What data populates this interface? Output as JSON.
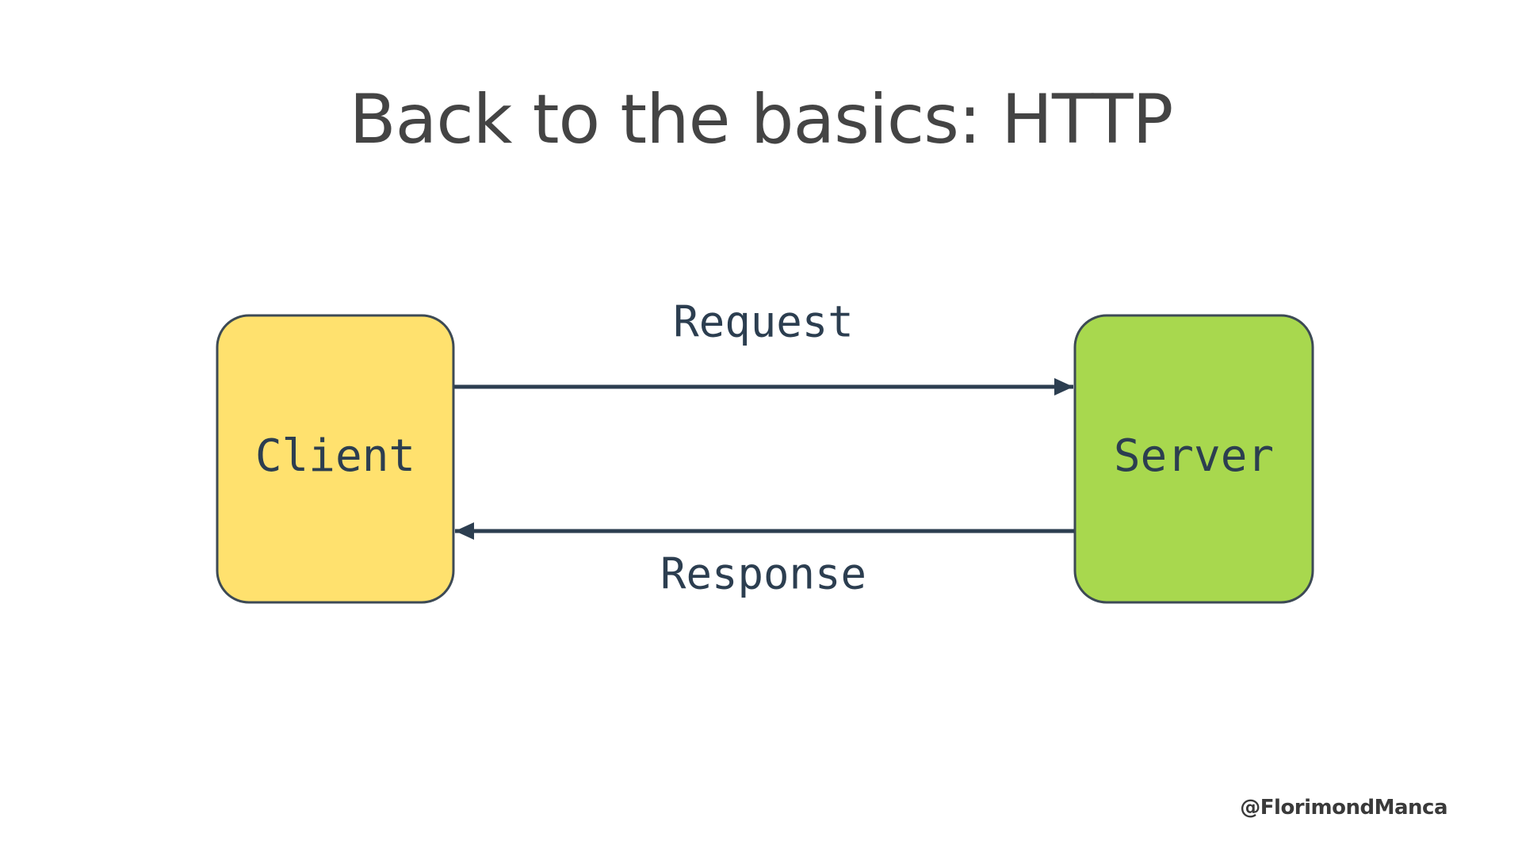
{
  "slide": {
    "title": "Back to the basics: HTTP",
    "handle": "@FlorimondManca"
  },
  "diagram": {
    "nodes": {
      "client": {
        "label": "Client",
        "color": "#ffe16e"
      },
      "server": {
        "label": "Server",
        "color": "#a8d84e"
      }
    },
    "edges": {
      "request": {
        "label": "Request",
        "from": "client",
        "to": "server"
      },
      "response": {
        "label": "Response",
        "from": "server",
        "to": "client"
      }
    },
    "colors": {
      "stroke": "#2c3e50",
      "text": "#2c3e50"
    }
  }
}
